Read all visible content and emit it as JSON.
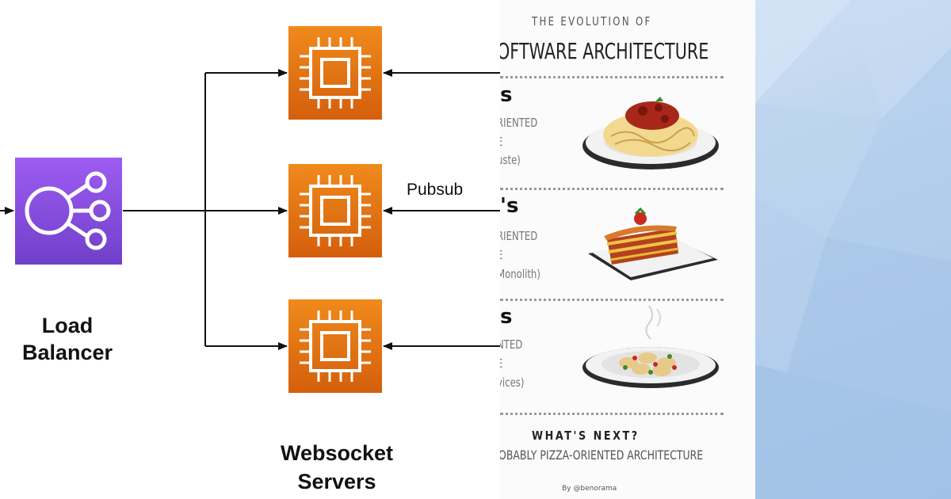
{
  "diagram": {
    "load_balancer_label": "Load Balancer",
    "websocket_servers_label": "Websocket Servers",
    "pubsub_label": "Pubsub",
    "load_balancer_color": "#8a4fe6",
    "server_color": "#e8760f"
  },
  "infographic": {
    "kicker": "THE EVOLUTION OF",
    "title": "OFTWARE ARCHITECTURE",
    "sections": [
      {
        "era": "s",
        "line1": "RIENTED",
        "line2": "E",
        "line3": "uste)",
        "dish": "spaghetti"
      },
      {
        "era": "'s",
        "line1": "RIENTED",
        "line2": "E",
        "line3": "Monolith)",
        "dish": "lasagna"
      },
      {
        "era": "s",
        "line1": "NTED",
        "line2": "E",
        "line3": "vices)",
        "dish": "ravioli"
      }
    ],
    "next_heading": "WHAT'S NEXT?",
    "next_answer": "OBABLY PIZZA-ORIENTED ARCHITECTURE",
    "credit": "By @benorama"
  }
}
